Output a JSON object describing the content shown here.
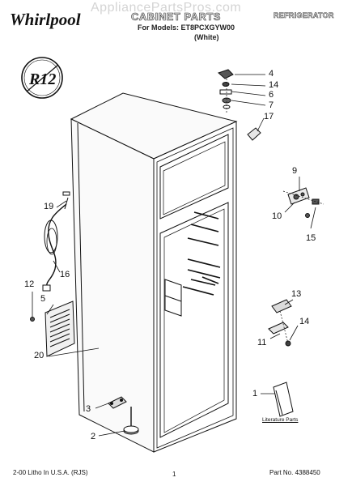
{
  "header": {
    "brand": "Whirlpool",
    "watermark": "AppliancePartsPros.com",
    "title": "CABINET PARTS",
    "model_line": "For Models: ET8PCXGYW00",
    "variant": "(White)",
    "category": "REFRIGERATOR"
  },
  "badge": {
    "text": "R12"
  },
  "footer": {
    "left": "2-00 Litho In U.S.A. (RJS)",
    "page": "1",
    "part_number": "Part No. 4388450"
  },
  "literature": {
    "label": "Literature Parts"
  },
  "callouts": {
    "c4": "4",
    "c14a": "14",
    "c6": "6",
    "c7": "7",
    "c17": "17",
    "c9": "9",
    "c10": "10",
    "c15": "15",
    "c19": "19",
    "c16": "16",
    "c12": "12",
    "c5": "5",
    "c13": "13",
    "c14b": "14",
    "c11": "11",
    "c20": "20",
    "c3": "3",
    "c1": "1",
    "c2": "2"
  }
}
